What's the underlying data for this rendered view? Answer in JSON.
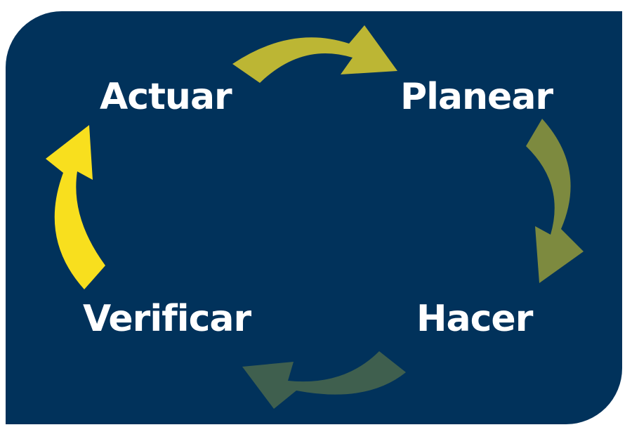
{
  "cycle": {
    "stages": {
      "act": {
        "label": "Actuar"
      },
      "plan": {
        "label": "Planear"
      },
      "do": {
        "label": "Hacer"
      },
      "check": {
        "label": "Verificar"
      }
    }
  },
  "colors": {
    "background": "#01325b",
    "text": "#ffffff",
    "arrow_act_to_plan": "#bcb634",
    "arrow_plan_to_do": "#7d8a3f",
    "arrow_do_to_check": "#3f5f4e",
    "arrow_check_to_act": "#f8df1e"
  }
}
